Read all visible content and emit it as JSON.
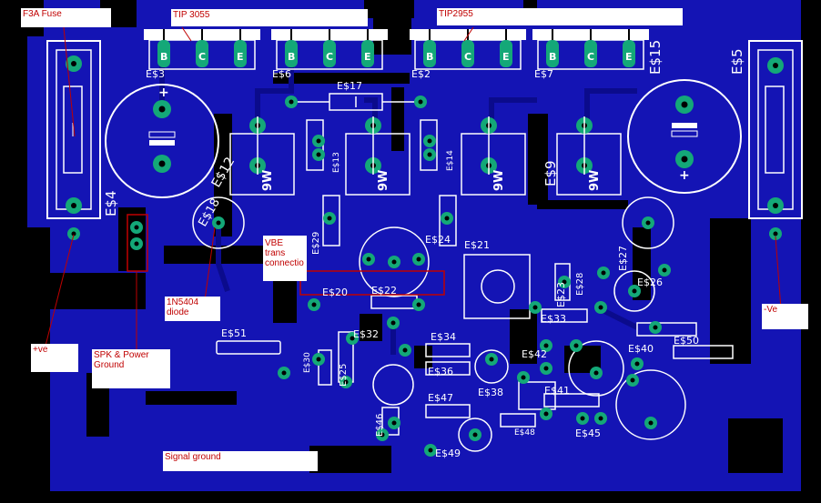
{
  "annotations": {
    "fuse": "F3A Fuse",
    "tip3055": "TIP 3055",
    "tip2955": "TIP2955",
    "diode": "1N5404\ndiode",
    "vbe": "VBE\ntrans\nconnectio",
    "plus_ve": "+ve",
    "minus_ve": "-Ve",
    "spk_ground": "SPK & Power\nGround",
    "signal_ground": "Signal ground"
  },
  "pins": {
    "b": "B",
    "c": "C",
    "e": "E"
  },
  "labels": {
    "e3": "E$3",
    "e6": "E$6",
    "e2": "E$2",
    "e7": "E$7",
    "e15": "E$15",
    "e5": "E$5",
    "e4": "E$4",
    "e17": "E$17",
    "e12": "E$12",
    "e18": "E$18",
    "e9": "E$9",
    "e13": "E$13",
    "e14": "E$14",
    "e29": "E$29",
    "e24": "E$24",
    "e21": "E$21",
    "e27": "E$27",
    "e28": "E$28",
    "e26": "E$26",
    "e20": "E$20",
    "e22": "E$22",
    "e23": "E$23",
    "e33": "E$33",
    "e51": "E$51",
    "e32": "E$32",
    "e34": "E$34",
    "e25": "E$25",
    "e36": "E$36",
    "e38": "E$38",
    "e42": "E$42",
    "e40": "E$40",
    "e50": "E$50",
    "e47": "E$47",
    "e46": "E$46",
    "e48": "E$48",
    "e45": "E$45",
    "e49": "E$49",
    "e41": "E$41",
    "e30": "E$30"
  },
  "resistor_values": {
    "r1": "9W",
    "r2": "9W",
    "r3": "9W",
    "r4": "9W"
  },
  "colors": {
    "board": "#000000",
    "copper": "#1414b4",
    "copper_dark": "#0c0c80",
    "pad": "#14a878",
    "silkscreen": "#ffffff",
    "annotation_text": "#c00000",
    "annotation_line": "#c00000"
  }
}
